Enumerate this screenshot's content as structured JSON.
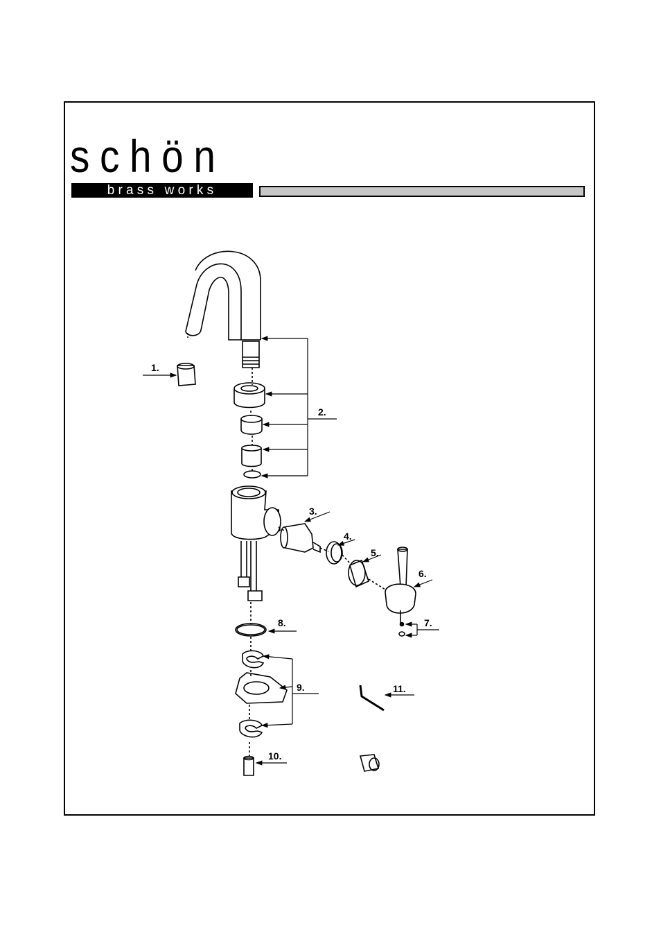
{
  "brand": {
    "name": "schön",
    "subtitle": "brass works"
  },
  "parts": {
    "p1": "1.",
    "p2": "2.",
    "p3": "3.",
    "p4": "4.",
    "p5": "5.",
    "p6": "6.",
    "p7": "7.",
    "p8": "8.",
    "p9": "9.",
    "p10": "10.",
    "p11": "11."
  },
  "colors": {
    "ink": "#000000",
    "rule_fill": "#c7c7c7"
  }
}
